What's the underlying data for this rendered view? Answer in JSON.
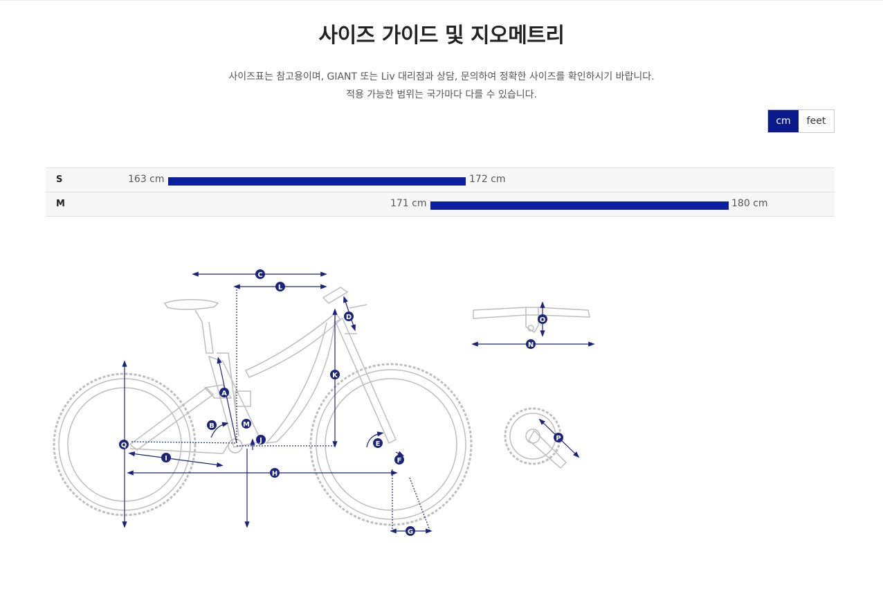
{
  "page": {
    "title": "사이즈 가이드 및 지오메트리",
    "description_line1": "사이즈표는 참고용이며, GIANT 또는 Liv 대리점과 상담, 문의하여 정확한 사이즈를 확인하시기 바랍니다.",
    "description_line2": "적용 가능한 범위는 국가마다 다를 수 있습니다."
  },
  "unit_toggle": {
    "options": [
      "cm",
      "feet"
    ],
    "selected": "cm"
  },
  "sizes": [
    {
      "label": "S",
      "min": "163 cm",
      "max": "172 cm",
      "min_value": 163,
      "max_value": 172
    },
    {
      "label": "M",
      "min": "171 cm",
      "max": "180 cm",
      "min_value": 171,
      "max_value": 180
    }
  ],
  "geometry_labels": [
    "A",
    "B",
    "C",
    "D",
    "E",
    "F",
    "G",
    "H",
    "I",
    "J",
    "K",
    "L",
    "M",
    "N",
    "O",
    "P",
    "Q"
  ],
  "colors": {
    "accent": "#0a1a8c",
    "bar": "#0a1ea0",
    "diagram_line": "#bdbdbd",
    "measure": "#1a237e"
  }
}
